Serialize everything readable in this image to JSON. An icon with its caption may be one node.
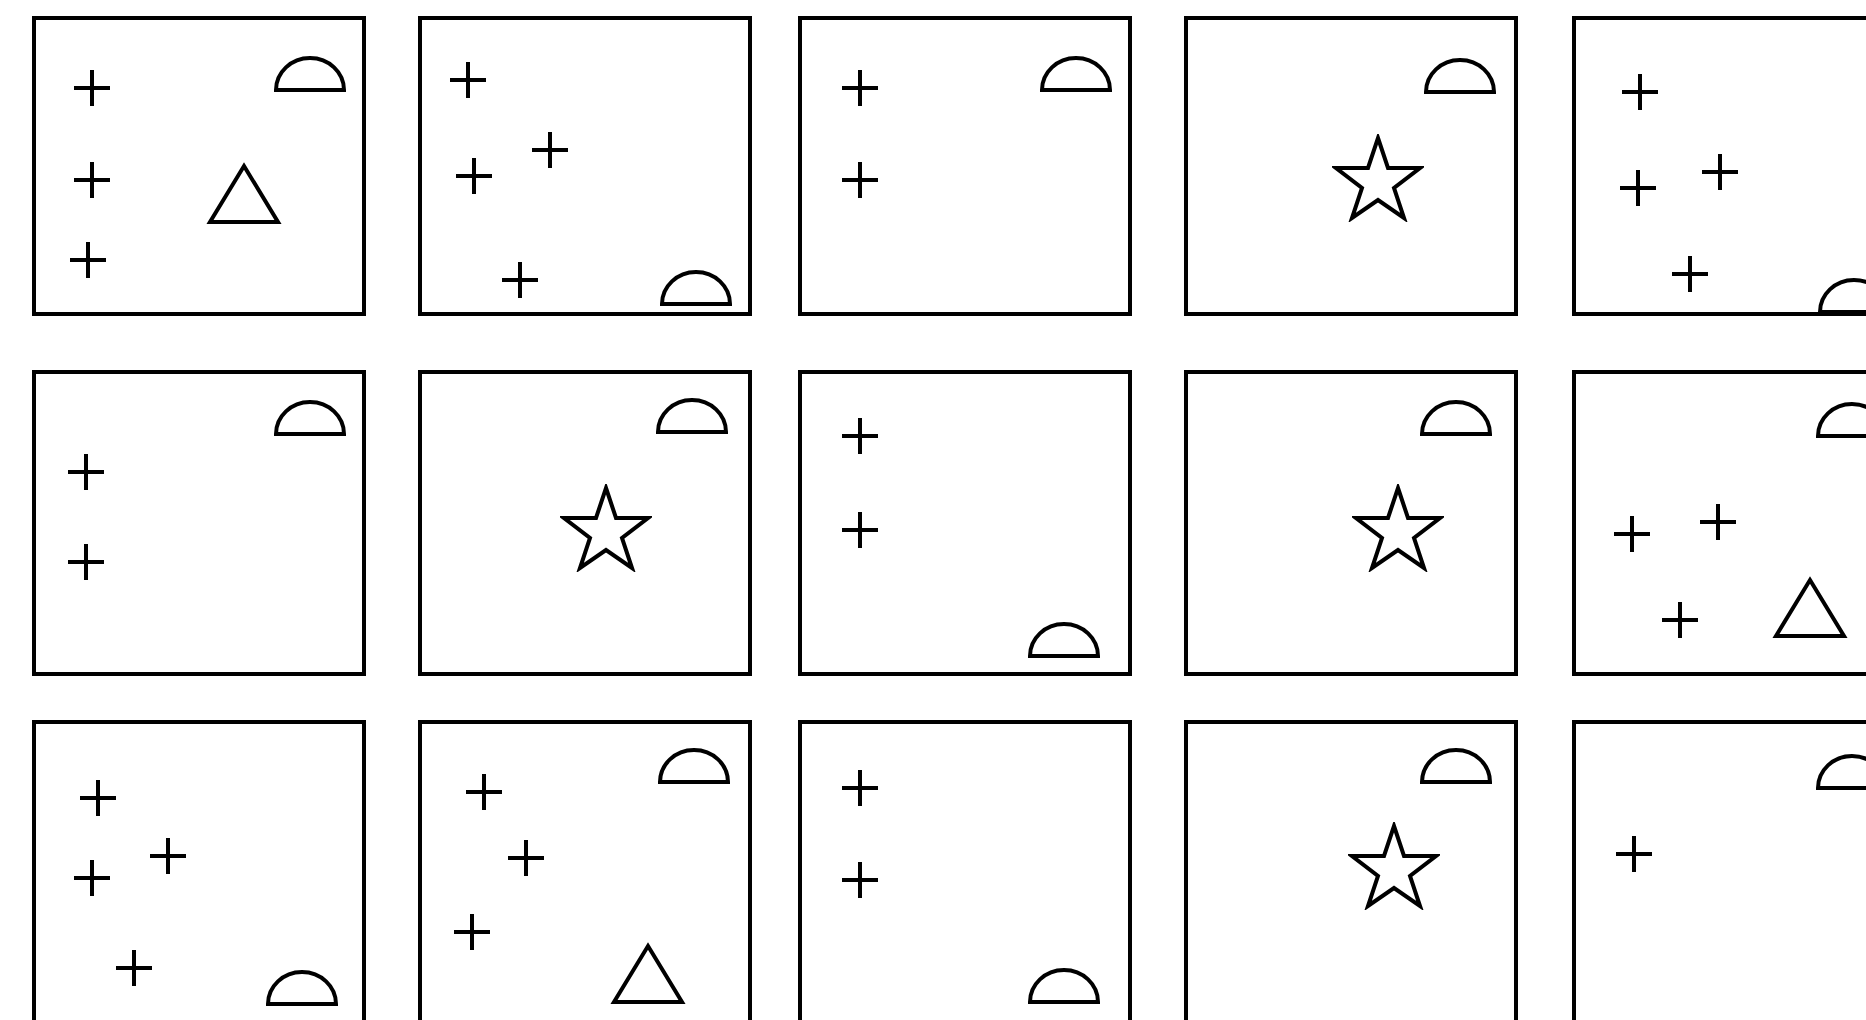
{
  "diagram": {
    "nodes": [
      {
        "text": [],
        "shape": "box"
      },
      {
        "text": [],
        "shape": "cross",
        "in": 0
      },
      {
        "text": [],
        "shape": "semicircle",
        "in": 0
      },
      {
        "text": [],
        "shape": "cross",
        "in": 0
      },
      {
        "text": [],
        "shape": "triangle",
        "in": 0
      },
      {
        "text": [],
        "shape": "cross",
        "in": 0
      },
      {
        "text": [],
        "shape": "box"
      },
      {
        "text": [],
        "shape": "cross",
        "in": 6
      },
      {
        "text": [],
        "shape": "cross",
        "in": 6
      },
      {
        "text": [],
        "shape": "cross",
        "in": 6
      },
      {
        "text": [],
        "shape": "cross",
        "in": 6
      },
      {
        "text": [],
        "shape": "semicircle",
        "in": 6
      },
      {
        "text": [],
        "shape": "box"
      },
      {
        "text": [],
        "shape": "cross",
        "in": 12
      },
      {
        "text": [],
        "shape": "semicircle",
        "in": 12
      },
      {
        "text": [],
        "shape": "cross",
        "in": 12
      },
      {
        "text": [],
        "shape": "box"
      },
      {
        "text": [],
        "shape": "semicircle",
        "in": 16
      },
      {
        "text": [],
        "shape": "star",
        "in": 16
      },
      {
        "text": [],
        "shape": "box"
      },
      {
        "text": [],
        "shape": "cross",
        "in": 19
      },
      {
        "text": [],
        "shape": "cross",
        "in": 19
      },
      {
        "text": [],
        "shape": "cross",
        "in": 19
      },
      {
        "text": [],
        "shape": "cross",
        "in": 19
      },
      {
        "text": [],
        "shape": "semicircle",
        "in": 19
      },
      {
        "text": [],
        "shape": "box"
      },
      {
        "text": [],
        "shape": "semicircle",
        "in": 25
      },
      {
        "text": [],
        "shape": "cross",
        "in": 25
      },
      {
        "text": [],
        "shape": "cross",
        "in": 25
      },
      {
        "text": [],
        "shape": "box"
      },
      {
        "text": [],
        "shape": "semicircle",
        "in": 29
      },
      {
        "text": [],
        "shape": "star",
        "in": 29
      },
      {
        "text": [],
        "shape": "box"
      },
      {
        "text": [],
        "shape": "cross",
        "in": 32
      },
      {
        "text": [],
        "shape": "cross",
        "in": 32
      },
      {
        "text": [],
        "shape": "semicircle",
        "in": 32
      },
      {
        "text": [],
        "shape": "box"
      },
      {
        "text": [],
        "shape": "semicircle",
        "in": 36
      },
      {
        "text": [],
        "shape": "star",
        "in": 36
      },
      {
        "text": [],
        "shape": "box"
      },
      {
        "text": [],
        "shape": "semicircle",
        "in": 39
      },
      {
        "text": [],
        "shape": "cross",
        "in": 39
      },
      {
        "text": [],
        "shape": "cross",
        "in": 39
      },
      {
        "text": [],
        "shape": "cross",
        "in": 39
      },
      {
        "text": [],
        "shape": "triangle",
        "in": 39
      },
      {
        "text": [],
        "shape": "box"
      },
      {
        "text": [],
        "shape": "cross",
        "in": 45
      },
      {
        "text": [],
        "shape": "cross",
        "in": 45
      },
      {
        "text": [],
        "shape": "cross",
        "in": 45
      },
      {
        "text": [],
        "shape": "cross",
        "in": 45
      },
      {
        "text": [],
        "shape": "semicircle",
        "in": 45
      },
      {
        "text": [],
        "shape": "box"
      },
      {
        "text": [],
        "shape": "semicircle",
        "in": 51
      },
      {
        "text": [],
        "shape": "cross",
        "in": 51
      },
      {
        "text": [],
        "shape": "cross",
        "in": 51
      },
      {
        "text": [],
        "shape": "cross",
        "in": 51
      },
      {
        "text": [],
        "shape": "triangle",
        "in": 51
      },
      {
        "text": [],
        "shape": "box"
      },
      {
        "text": [],
        "shape": "cross",
        "in": 57
      },
      {
        "text": [],
        "shape": "cross",
        "in": 57
      },
      {
        "text": [],
        "shape": "semicircle",
        "in": 57
      },
      {
        "text": [],
        "shape": "box"
      },
      {
        "text": [],
        "shape": "semicircle",
        "in": 61
      },
      {
        "text": [],
        "shape": "star",
        "in": 61
      },
      {
        "text": [],
        "shape": "box"
      },
      {
        "text": [],
        "shape": "semicircle",
        "in": 64
      },
      {
        "text": [],
        "shape": "cross",
        "in": 64
      }
    ]
  }
}
